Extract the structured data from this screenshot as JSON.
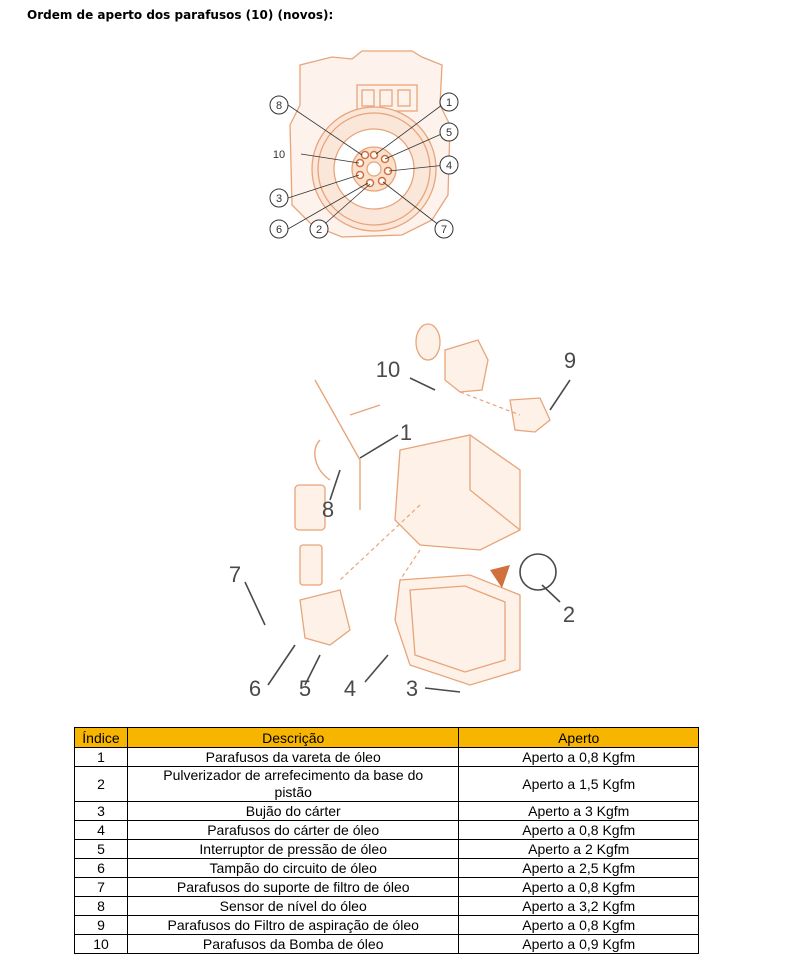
{
  "title": "Ordem de aperto dos parafusos (10) (novos):",
  "figure1": {
    "callouts": [
      "8",
      "1",
      "5",
      "10",
      "4",
      "3",
      "6",
      "2",
      "7"
    ]
  },
  "figure2": {
    "callouts": [
      "10",
      "9",
      "1",
      "8",
      "7",
      "2",
      "6",
      "5",
      "4",
      "3"
    ]
  },
  "table": {
    "headers": [
      "Índice",
      "Descrição",
      "Aperto"
    ],
    "rows": [
      {
        "idx": "1",
        "desc": "Parafusos da vareta de óleo",
        "torque": "Aperto a 0,8 Kgfm"
      },
      {
        "idx": "2",
        "desc": "Pulverizador de arrefecimento da base do pistão",
        "torque": "Aperto a 1,5 Kgfm"
      },
      {
        "idx": "3",
        "desc": "Bujão do cárter",
        "torque": "Aperto a 3 Kgfm"
      },
      {
        "idx": "4",
        "desc": "Parafusos do cárter de óleo",
        "torque": "Aperto a 0,8 Kgfm"
      },
      {
        "idx": "5",
        "desc": "Interruptor de pressão de óleo",
        "torque": "Aperto a 2 Kgfm"
      },
      {
        "idx": "6",
        "desc": "Tampão do circuito de óleo",
        "torque": "Aperto a 2,5 Kgfm"
      },
      {
        "idx": "7",
        "desc": "Parafusos do suporte de filtro de óleo",
        "torque": "Aperto a 0,8 Kgfm"
      },
      {
        "idx": "8",
        "desc": "Sensor de nível do óleo",
        "torque": "Aperto a 3,2 Kgfm"
      },
      {
        "idx": "9",
        "desc": "Parafusos do Filtro de aspiração de óleo",
        "torque": "Aperto a 0,8 Kgfm"
      },
      {
        "idx": "10",
        "desc": "Parafusos da Bomba de óleo",
        "torque": "Aperto a 0,9 Kgfm"
      }
    ]
  },
  "colors": {
    "header_bg": "#f7b500",
    "illustration_line": "#e8a47a",
    "callout_dark": "#4a4a4a"
  }
}
